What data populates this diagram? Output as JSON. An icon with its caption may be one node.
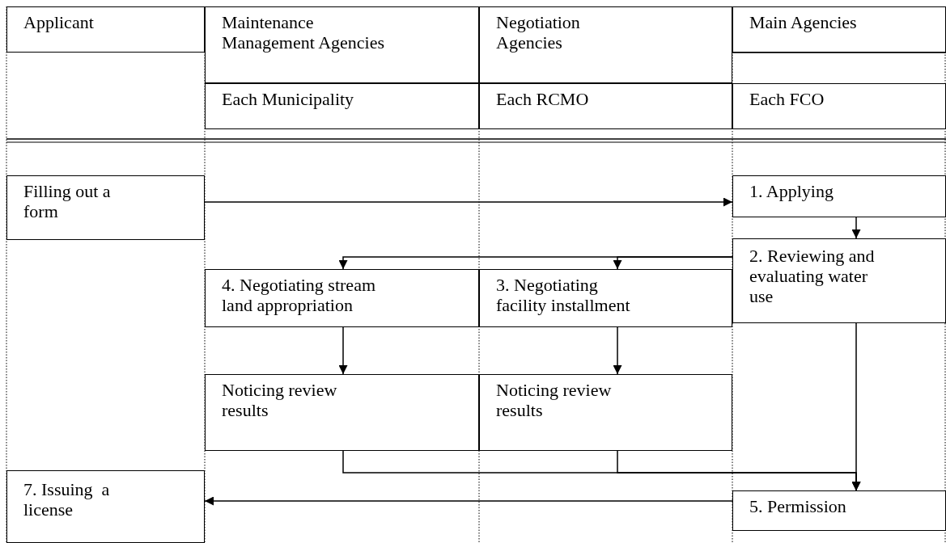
{
  "diagram": {
    "nodes": [
      {
        "text": [
          "Applicant"
        ]
      },
      {
        "text": [
          "Maintenance Management Agencies"
        ]
      },
      {
        "text": [
          "Negotiation Agencies"
        ]
      },
      {
        "text": [
          "Main Agencies"
        ]
      },
      {
        "text": [
          "Each Municipality"
        ]
      },
      {
        "text": [
          "Each RCMO"
        ]
      },
      {
        "text": [
          "Each FCO"
        ]
      },
      {
        "text": [
          "Filling out a form"
        ]
      },
      {
        "text": [
          "1. Applying"
        ]
      },
      {
        "text": [
          "2. Reviewing and evaluating water use"
        ]
      },
      {
        "text": [
          "4. Negotiating stream land appropriation"
        ]
      },
      {
        "text": [
          "3. Negotiating facility installment"
        ]
      },
      {
        "text": [
          "Noticing review results"
        ]
      },
      {
        "text": [
          "Noticing review results"
        ]
      },
      {
        "text": [
          "7. Issuing  a license"
        ]
      },
      {
        "text": [
          "5. Permission"
        ]
      }
    ],
    "edges": [
      {
        "from": 7,
        "to": 8,
        "arrow": "to"
      },
      {
        "from": 8,
        "to": 9,
        "arrow": "to"
      },
      {
        "from": 9,
        "to": 10,
        "arrow": "to"
      },
      {
        "from": 9,
        "to": 11,
        "arrow": "to"
      },
      {
        "from": 9,
        "to": 15,
        "arrow": "to"
      },
      {
        "from": 10,
        "to": 12,
        "arrow": "to"
      },
      {
        "from": 11,
        "to": 13,
        "arrow": "to"
      },
      {
        "from": 12,
        "to": 15,
        "arrow": "to"
      },
      {
        "from": 13,
        "to": 15,
        "arrow": "to"
      },
      {
        "from": 15,
        "to": 14,
        "arrow": "to"
      }
    ]
  }
}
